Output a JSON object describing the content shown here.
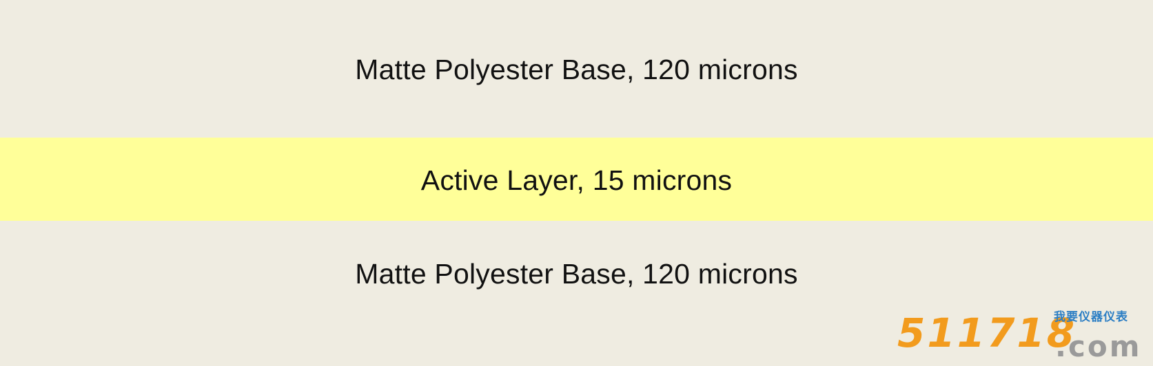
{
  "layers": [
    {
      "label": "Matte Polyester Base, 120 microns",
      "color": "#efece1"
    },
    {
      "label": "Active Layer, 15 microns",
      "color": "#ffff99"
    },
    {
      "label": "Matte Polyester Base, 120 microns",
      "color": "#efece1"
    }
  ],
  "watermark": {
    "number": "511718",
    "chinese": "我要仪器仪表",
    "domain": ".com",
    "number_color": "#f29b1d",
    "chinese_color": "#2b7ec4",
    "domain_color": "#9a9a9a"
  }
}
